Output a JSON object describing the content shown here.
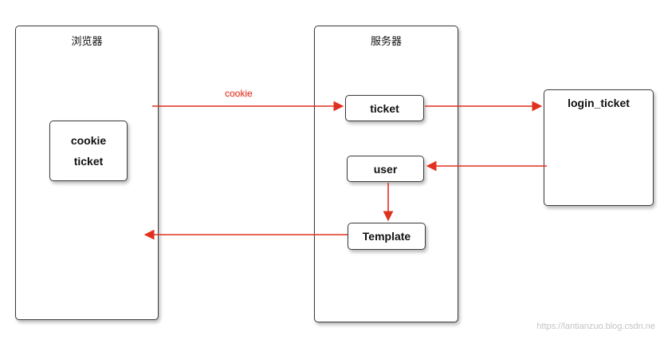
{
  "browser": {
    "title": "浏览器",
    "cookie_box": {
      "line1": "cookie",
      "line2": "ticket"
    }
  },
  "server": {
    "title": "服务器"
  },
  "nodes": {
    "ticket": "ticket",
    "user": "user",
    "template": "Template",
    "login_ticket": "login_ticket"
  },
  "edges": {
    "cookie_label": "cookie"
  },
  "watermark": "https://lantianzuo.blog.csdn.ne",
  "colors": {
    "arrow": "#e0301e",
    "border": "#3a3a3a"
  }
}
